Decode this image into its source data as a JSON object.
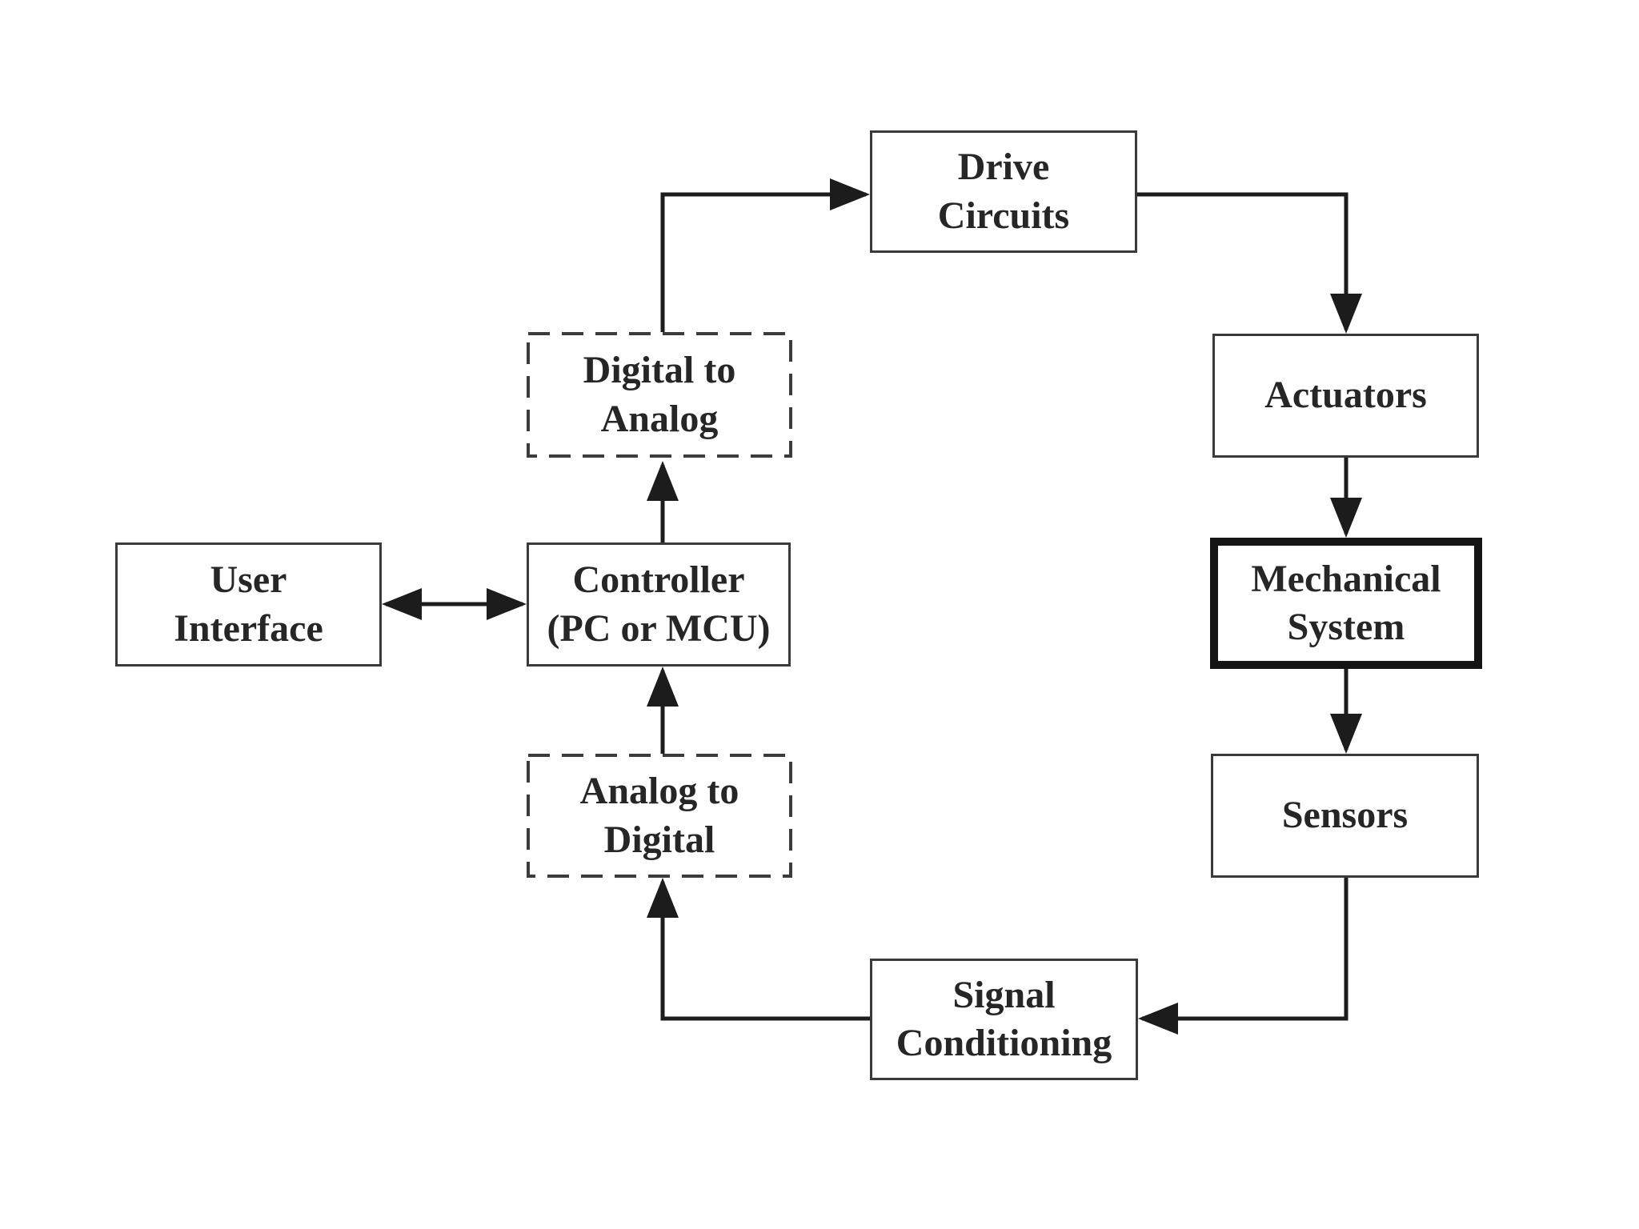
{
  "diagram": {
    "nodes": {
      "drive_circuits": {
        "label": "Drive\nCircuits",
        "border": "solid"
      },
      "actuators": {
        "label": "Actuators",
        "border": "solid"
      },
      "mechanical_system": {
        "label": "Mechanical\nSystem",
        "border": "thick"
      },
      "sensors": {
        "label": "Sensors",
        "border": "solid"
      },
      "signal_conditioning": {
        "label": "Signal\nConditioning",
        "border": "solid"
      },
      "digital_to_analog": {
        "label": "Digital to\nAnalog",
        "border": "dashed"
      },
      "controller": {
        "label": "Controller\n(PC or MCU)",
        "border": "solid"
      },
      "analog_to_digital": {
        "label": "Analog to\nDigital",
        "border": "dashed"
      },
      "user_interface": {
        "label": "User\nInterface",
        "border": "solid"
      }
    },
    "edges": [
      {
        "from": "controller",
        "to": "digital_to_analog",
        "style": "arrow"
      },
      {
        "from": "digital_to_analog",
        "to": "drive_circuits",
        "style": "arrow"
      },
      {
        "from": "drive_circuits",
        "to": "actuators",
        "style": "arrow"
      },
      {
        "from": "actuators",
        "to": "mechanical_system",
        "style": "arrow"
      },
      {
        "from": "mechanical_system",
        "to": "sensors",
        "style": "arrow"
      },
      {
        "from": "sensors",
        "to": "signal_conditioning",
        "style": "arrow"
      },
      {
        "from": "signal_conditioning",
        "to": "analog_to_digital",
        "style": "arrow"
      },
      {
        "from": "analog_to_digital",
        "to": "controller",
        "style": "arrow"
      },
      {
        "from": "user_interface",
        "to": "controller",
        "style": "double-arrow"
      }
    ],
    "colors": {
      "line": "#1c1c1c",
      "box_border": "#3a3a3a",
      "thick_border": "#141414",
      "dashed_border": "#3c3c3c",
      "text": "#262626",
      "background": "#ffffff"
    }
  }
}
